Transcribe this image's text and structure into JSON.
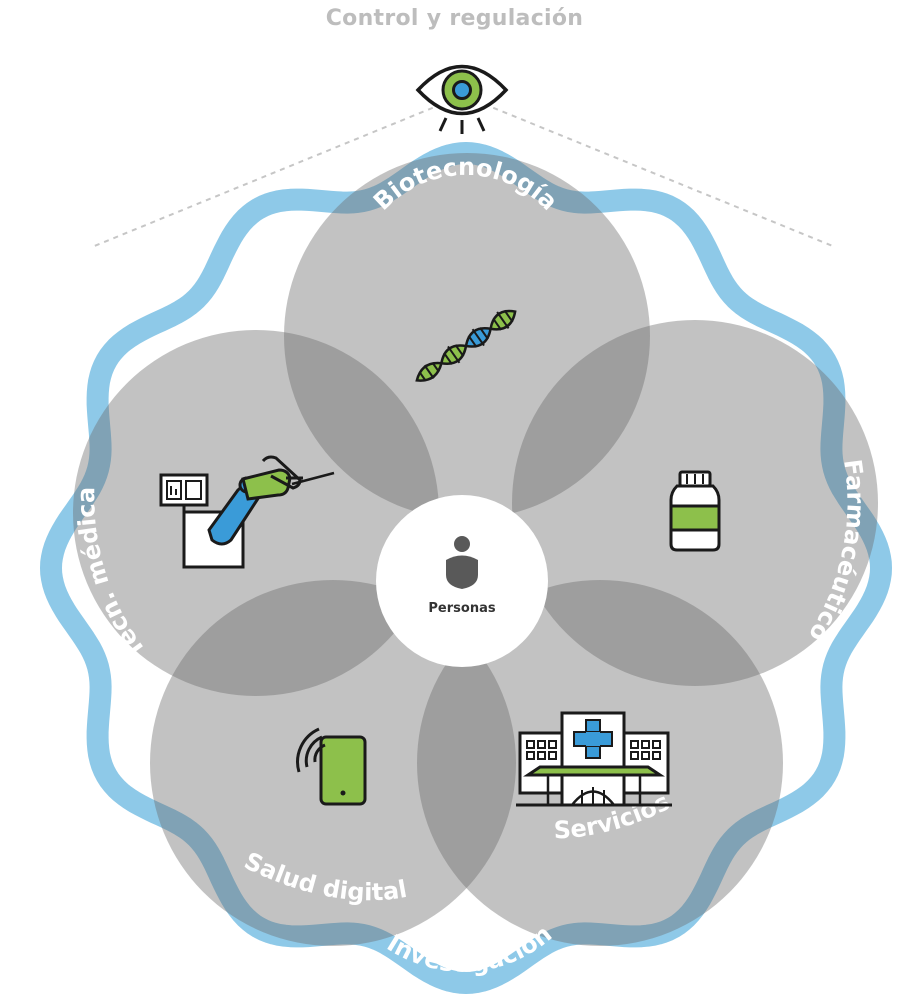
{
  "title": "Control y regulación",
  "center": {
    "label": "Personas"
  },
  "ring": {
    "label": "Investigación"
  },
  "sectors": [
    {
      "id": "biotech",
      "label": "Biotecnología",
      "icon": "dna-icon"
    },
    {
      "id": "pharma",
      "label": "Farmacéutico",
      "icon": "medicine-bottle-icon"
    },
    {
      "id": "services",
      "label": "Servicios",
      "icon": "hospital-icon"
    },
    {
      "id": "digital",
      "label": "Salud digital",
      "icon": "smartphone-icon"
    },
    {
      "id": "medtech",
      "label": "Tecn. médica",
      "icon": "robotic-arm-icon"
    }
  ],
  "colors": {
    "petal": "#6d6d6d",
    "ring": "#8ec9e8",
    "green": "#8dc04b",
    "blue": "#3a9bd8",
    "title": "#bdbdbd",
    "dark": "#1a1a1a"
  }
}
